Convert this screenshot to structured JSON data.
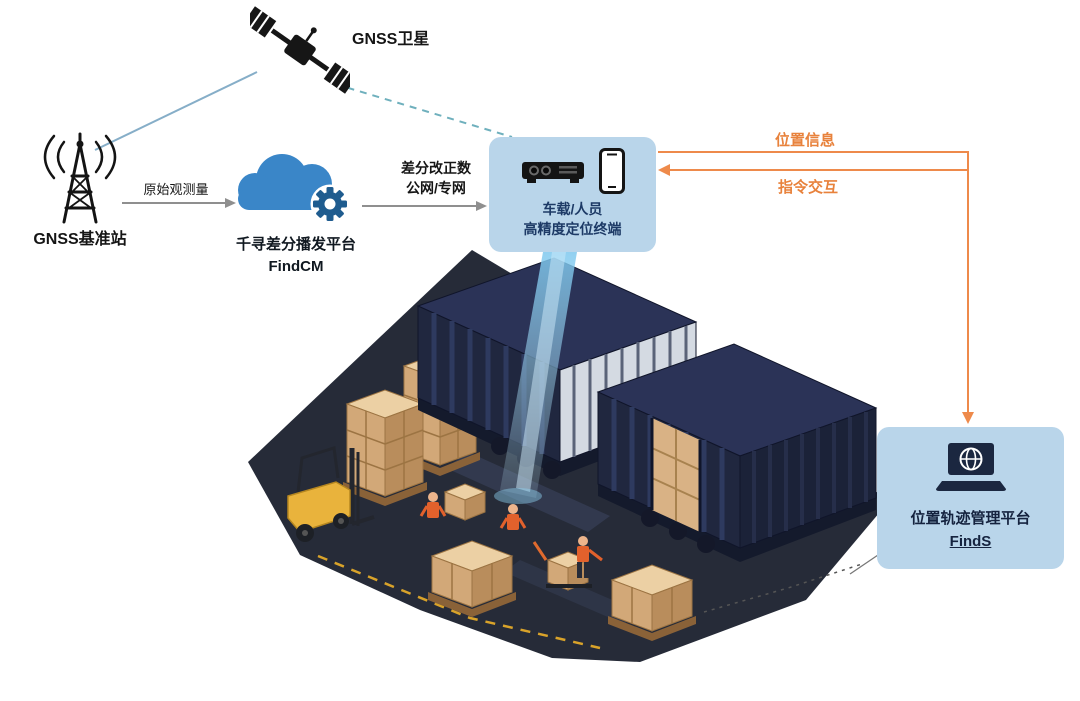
{
  "colors": {
    "panel_blue": "#b9d5ea",
    "navy_text": "#1d3a66",
    "orange_line": "#ee8a4b",
    "steel_line": "#86aec8",
    "teal_dashed_line": "#6fb0bd",
    "gray_arrow": "#8f8f8f",
    "cloud_blue": "#3a86c8",
    "gear_blue": "#1f5c8f",
    "container_navy": "#232a45",
    "floor_dark": "#262b38",
    "carton_tan": "#d9b285",
    "forklift_yellow": "#e9b33c",
    "beam_blue": "#8fd0f0"
  },
  "nodes": {
    "satellite": {
      "icon": "satellite-icon",
      "label": "GNSS卫星"
    },
    "base_station": {
      "icon": "radio-tower-icon",
      "label": "GNSS基准站"
    },
    "cloud_platform": {
      "icon": "cloud-gear-icon",
      "name": "千寻差分播发平台",
      "product": "FindCM"
    },
    "terminal": {
      "icons": [
        "receiver-icon",
        "smartphone-icon"
      ],
      "line1": "车载/人员",
      "line2": "高精度定位终端"
    },
    "management_platform": {
      "icon": "laptop-globe-icon",
      "name": "位置轨迹管理平台",
      "product": "FindS"
    }
  },
  "links": {
    "base_to_cloud": {
      "label": "原始观测量"
    },
    "cloud_to_terminal": {
      "label_line1": "差分改正数",
      "label_line2": "公网/专网"
    },
    "terminal_to_platform": {
      "label": "位置信息"
    },
    "platform_to_terminal": {
      "label": "指令交互"
    }
  }
}
